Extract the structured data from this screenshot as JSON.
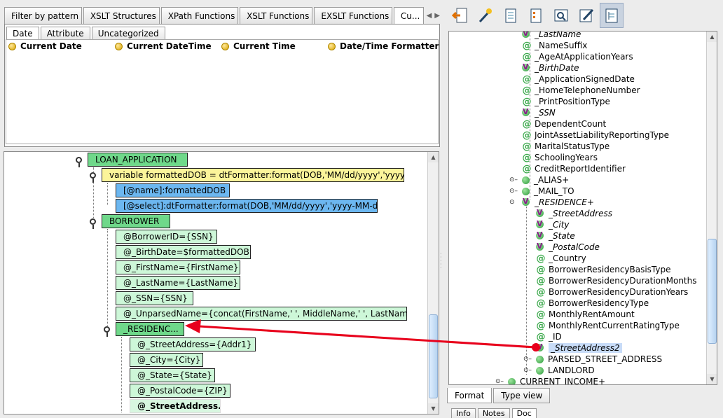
{
  "top_tabs": [
    "Filter by pattern",
    "XSLT Structures",
    "XPath Functions",
    "XSLT Functions",
    "EXSLT Functions",
    "Cu..."
  ],
  "sub_tabs": [
    "Date",
    "Attribute",
    "Uncategorized"
  ],
  "functions": [
    "Current Date",
    "Current DateTime",
    "Current Time",
    "Date/Time Formatter"
  ],
  "mapping": {
    "loan_application": "LOAN_APPLICATION",
    "variable": "variable formattedDOB = dtFormatter:format(DOB,'MM/dd/yyyy','yyyy-MM-dd')",
    "var_name": "[@name]:formattedDOB",
    "var_select": "[@select]:dtFormatter:format(DOB,'MM/dd/yyyy','yyyy-MM-dd')",
    "borrower": "BORROWER",
    "borrower_attrs": [
      "@BorrowerID={SSN}",
      "@_BirthDate=$formattedDOB",
      "@_FirstName={FirstName}",
      "@_LastName={LastName}",
      "@_SSN={SSN}",
      "@_UnparsedName={concat(FirstName,' ', MiddleName,' ', LastName}"
    ],
    "residence": "_RESIDENC...",
    "residence_attrs": [
      "@_StreetAddress={Addr1}",
      "@_City={City}",
      "@_State={State}",
      "@_PostalCode={ZIP}"
    ],
    "residence_new": "@_StreetAddress..."
  },
  "schema_tree": [
    {
      "label": "_LastName",
      "icon": "v",
      "italic": true,
      "indent": 0
    },
    {
      "label": "_NameSuffix",
      "icon": "at",
      "indent": 0
    },
    {
      "label": "_AgeAtApplicationYears",
      "icon": "at",
      "indent": 0
    },
    {
      "label": "_BirthDate",
      "icon": "v",
      "italic": true,
      "indent": 0
    },
    {
      "label": "_ApplicationSignedDate",
      "icon": "at",
      "indent": 0
    },
    {
      "label": "_HomeTelephoneNumber",
      "icon": "at",
      "indent": 0
    },
    {
      "label": "_PrintPositionType",
      "icon": "at",
      "indent": 0
    },
    {
      "label": "_SSN",
      "icon": "v",
      "italic": true,
      "indent": 0
    },
    {
      "label": "DependentCount",
      "icon": "at",
      "indent": 0
    },
    {
      "label": "JointAssetLiabilityReportingType",
      "icon": "at",
      "indent": 0
    },
    {
      "label": "MaritalStatusType",
      "icon": "at",
      "indent": 0
    },
    {
      "label": "SchoolingYears",
      "icon": "at",
      "indent": 0
    },
    {
      "label": "CreditReportIdentifier",
      "icon": "at",
      "indent": 0
    },
    {
      "label": "_ALIAS+",
      "icon": "g",
      "expander": "o-",
      "indent": 0
    },
    {
      "label": "_MAIL_TO",
      "icon": "g",
      "expander": "o-",
      "indent": 0
    },
    {
      "label": "_RESIDENCE+",
      "icon": "v",
      "italic": true,
      "expander": "o",
      "indent": 0
    },
    {
      "label": "_StreetAddress",
      "icon": "v",
      "italic": true,
      "indent": 1
    },
    {
      "label": "_City",
      "icon": "v",
      "italic": true,
      "indent": 1
    },
    {
      "label": "_State",
      "icon": "v",
      "italic": true,
      "indent": 1
    },
    {
      "label": "_PostalCode",
      "icon": "v",
      "italic": true,
      "indent": 1
    },
    {
      "label": "_Country",
      "icon": "at",
      "indent": 1
    },
    {
      "label": "BorrowerResidencyBasisType",
      "icon": "at",
      "indent": 1
    },
    {
      "label": "BorrowerResidencyDurationMonths",
      "icon": "at",
      "indent": 1
    },
    {
      "label": "BorrowerResidencyDurationYears",
      "icon": "at",
      "indent": 1
    },
    {
      "label": "BorrowerResidencyType",
      "icon": "at",
      "indent": 1
    },
    {
      "label": "MonthlyRentAmount",
      "icon": "at",
      "indent": 1
    },
    {
      "label": "MonthlyRentCurrentRatingType",
      "icon": "at",
      "indent": 1
    },
    {
      "label": "_ID",
      "icon": "at",
      "indent": 1
    },
    {
      "label": "_StreetAddress2",
      "icon": "v",
      "italic": true,
      "indent": 1,
      "selected": true
    },
    {
      "label": "PARSED_STREET_ADDRESS",
      "icon": "g",
      "expander": "o-",
      "indent": 1
    },
    {
      "label": "LANDLORD",
      "icon": "g",
      "expander": "o-",
      "indent": 1
    },
    {
      "label": "CURRENT_INCOME+",
      "icon": "g",
      "expander": "o-",
      "indent": -1
    }
  ],
  "bottom_tabs": [
    "Format",
    "Type view"
  ],
  "bottom_tabs2": [
    "Info",
    "Notes",
    "Doc"
  ],
  "colors": {
    "mapping_line": "#e8001c",
    "node_green": "#6fd88a",
    "node_yellow": "#fbf49a",
    "node_blue": "#6cb7f0"
  }
}
